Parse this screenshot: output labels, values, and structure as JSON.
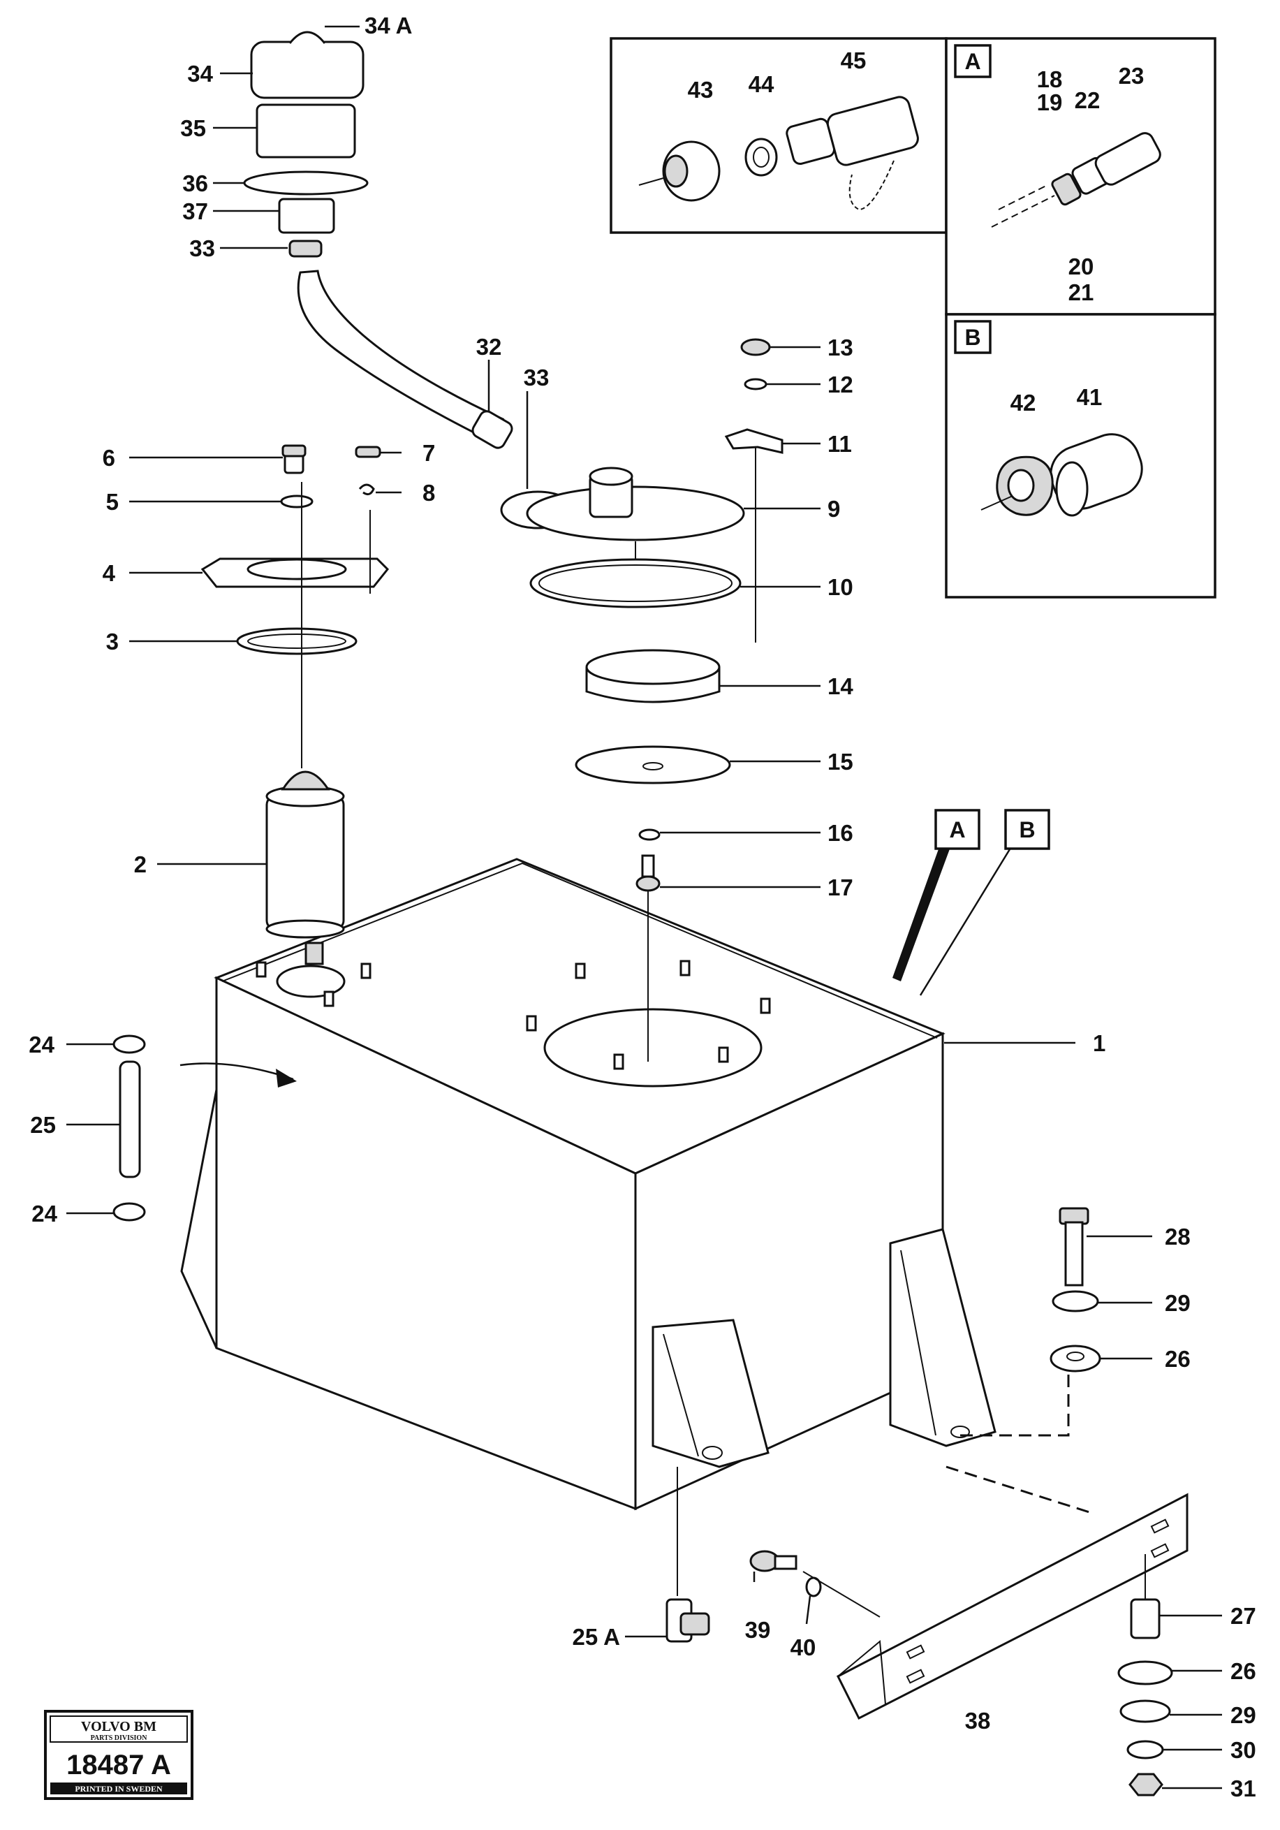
{
  "labels": {
    "l34a": "34 A",
    "l34": "34",
    "l35": "35",
    "l36": "36",
    "l37": "37",
    "l33a": "33",
    "l32": "32",
    "l33b": "33",
    "l13": "13",
    "l12": "12",
    "l11": "11",
    "l9": "9",
    "l10": "10",
    "l14": "14",
    "l15": "15",
    "l16": "16",
    "l17": "17",
    "l6": "6",
    "l7": "7",
    "l5": "5",
    "l8": "8",
    "l4": "4",
    "l3": "3",
    "l2": "2",
    "l1": "1",
    "l24a": "24",
    "l25": "25",
    "l24b": "24",
    "l28": "28",
    "l29a": "29",
    "l26a": "26",
    "l25a": "25 A",
    "l39": "39",
    "l40": "40",
    "l38": "38",
    "l27": "27",
    "l26b": "26",
    "l29b": "29",
    "l30": "30",
    "l31": "31",
    "l43": "43",
    "l44": "44",
    "l45": "45",
    "l18": "18",
    "l19": "19",
    "l22": "22",
    "l23": "23",
    "l20": "20",
    "l21": "21",
    "l42": "42",
    "l41": "41"
  },
  "callouts": {
    "a": "A",
    "b": "B"
  },
  "stamp": {
    "brand": "VOLVO BM",
    "division": "PARTS DIVISION",
    "number": "18487 A",
    "printed": "PRINTED IN SWEDEN"
  }
}
